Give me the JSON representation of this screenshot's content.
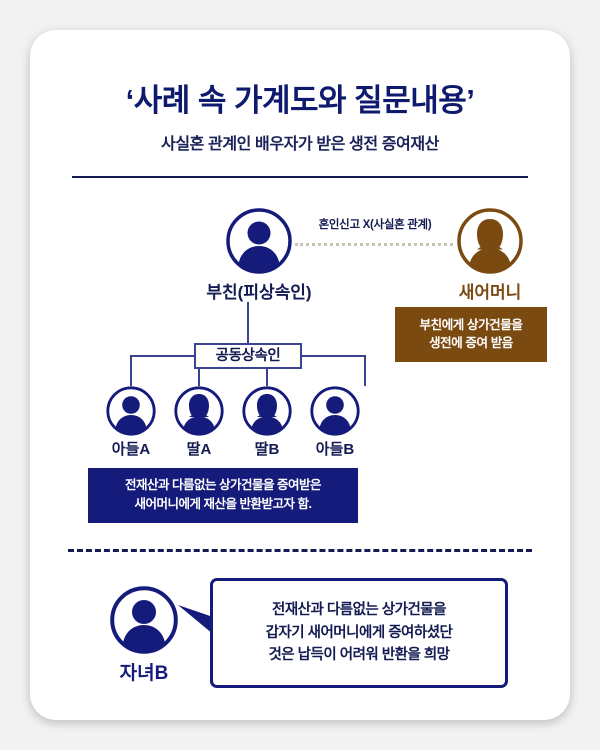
{
  "header": {
    "title": "‘사례 속 가계도와 질문내용’",
    "subtitle": "사실혼 관계인 배우자가 받은 생전 증여재산"
  },
  "family_tree": {
    "father": {
      "label": "부친(피상속인)",
      "icon": "male-avatar-icon",
      "color": "#141b7a"
    },
    "stepmother": {
      "label": "새어머니",
      "icon": "female-avatar-icon",
      "color": "#7b4a11"
    },
    "relationship_link": {
      "label": "혼인신고 X(사실혼 관계)",
      "style": "dotted"
    },
    "gift_note": "부친에게 상가건물을\n생전에 증여 받음",
    "gift_note_line1": "부친에게 상가건물을",
    "gift_note_line2": "생전에 증여 받음",
    "heirs_box_label": "공동상속인",
    "children": [
      {
        "label": "아들A",
        "icon": "male-avatar-icon"
      },
      {
        "label": "딸A",
        "icon": "female-avatar-icon"
      },
      {
        "label": "딸B",
        "icon": "female-avatar-icon"
      },
      {
        "label": "아들B",
        "icon": "male-avatar-icon"
      }
    ],
    "claim_banner_line1": "전재산과 다름없는 상가건물을 증여받은",
    "claim_banner_line2": "새어머니에게 재산을 반환받고자 함."
  },
  "question": {
    "asker_label": "자녀B",
    "asker_icon": "male-avatar-icon",
    "bubble_line1": "전재산과 다름없는 상가건물을",
    "bubble_line2": "갑자기 새어머니에게 증여하셨단",
    "bubble_line3": "것은 납득이 어려워 반환을 희망"
  },
  "colors": {
    "navy": "#141b7a",
    "dark_navy": "#141b52",
    "brown": "#7b4a11",
    "connector": "#3b4291",
    "card_bg": "#ffffff",
    "page_bg": "#f2f2f2"
  }
}
